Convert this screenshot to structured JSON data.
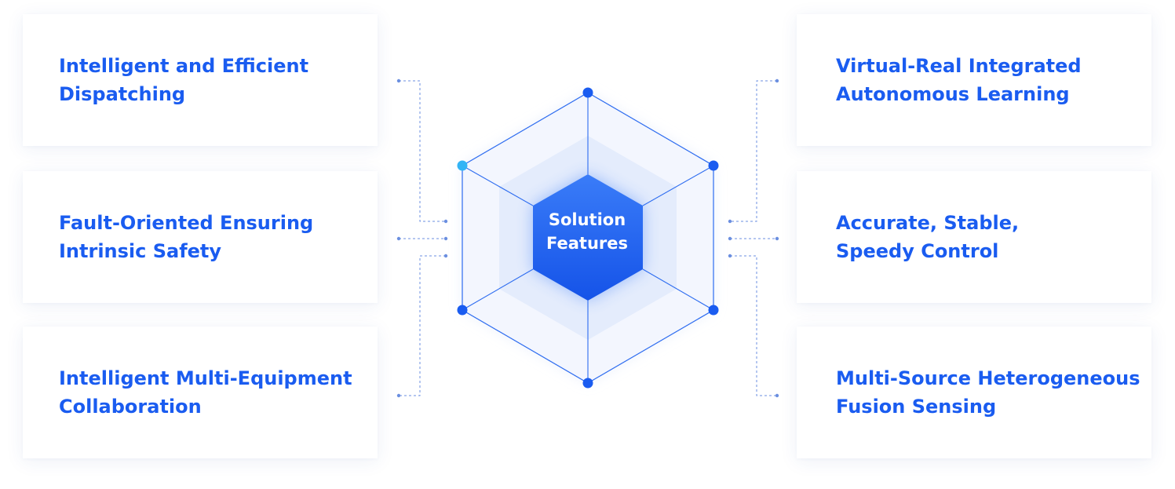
{
  "center": {
    "line1": "Solution",
    "line2": "Features"
  },
  "features": {
    "top_left": "Intelligent and Efficient\nDispatching",
    "middle_left": "Fault-Oriented Ensuring\nIntrinsic Safety",
    "bottom_left": "Intelligent Multi-Equipment\nCollaboration",
    "top_right": "Virtual-Real Integrated\nAutonomous Learning",
    "middle_right": "Accurate, Stable,\nSpeedy Control",
    "bottom_right": "Multi-Source Heterogeneous\nFusion Sensing"
  },
  "colors": {
    "accent": "#1a5cf0",
    "node": "#1a5cf0",
    "node_highlight": "#33b4f5",
    "hex_fill": "#eef3fd",
    "hex_inner": "#e2eafb",
    "connector": "#6b8fe0"
  }
}
